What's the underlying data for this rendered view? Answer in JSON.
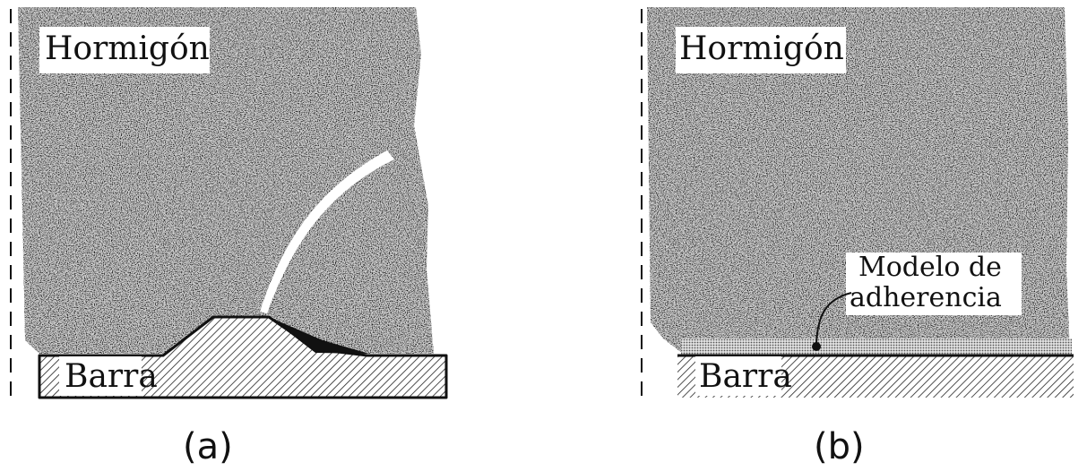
{
  "panels": [
    {
      "material_label": "Hormigón",
      "bar_label": "Barra",
      "caption": "(a)"
    },
    {
      "material_label": "Hormigón",
      "bar_label": "Barra",
      "annotation_line1": "Modelo de",
      "annotation_line2": "adherencia",
      "caption": "(b)"
    }
  ],
  "colors": {
    "concrete_fill": "#c9c9c9",
    "ink": "#111111",
    "background": "#ffffff"
  }
}
